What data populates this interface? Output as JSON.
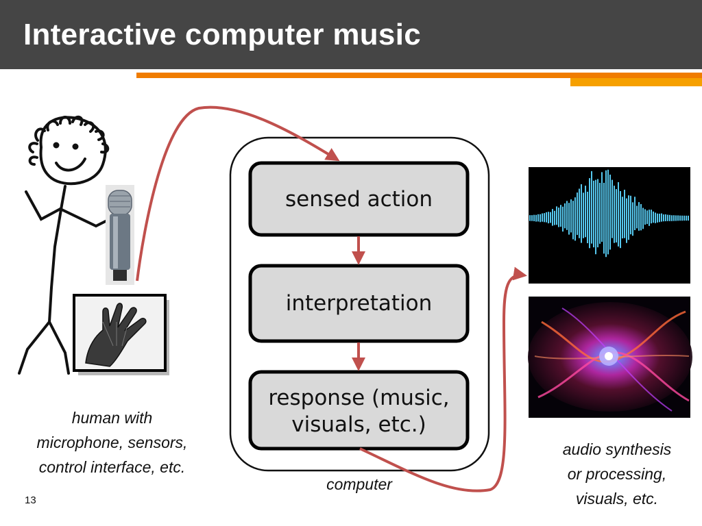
{
  "slide": {
    "title": "Interactive computer music",
    "number": "13"
  },
  "boxes": {
    "sensed": "sensed action",
    "interpretation": "interpretation",
    "response_line1": "response (music,",
    "response_line2": "visuals, etc.)"
  },
  "captions": {
    "computer": "computer",
    "human_line1": "human with",
    "human_line2": "microphone, sensors,",
    "human_line3": "control interface, etc.",
    "output_line1": "audio synthesis",
    "output_line2": "or processing,",
    "output_line3": "visuals, etc."
  },
  "colors": {
    "title_bar": "#454545",
    "accent_orange": "#f07c00",
    "arrow_red": "#c0504d",
    "box_fill": "#d9d9d9"
  },
  "icons": [
    "stick-figure-icon",
    "microphone-icon",
    "glove-icon",
    "waveform-image",
    "visual-effects-image"
  ]
}
